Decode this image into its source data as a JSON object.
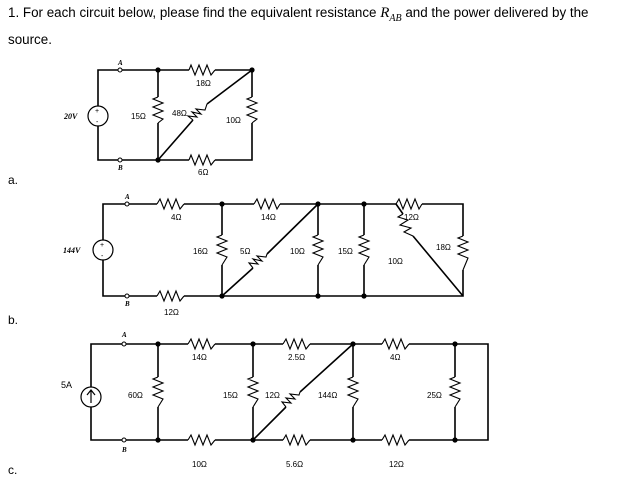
{
  "problem": {
    "number": "1.",
    "text_before": "For each circuit below, please find the equivalent resistance",
    "symbol": "R",
    "symbol_sub": "AB",
    "text_after": "and the power delivered by the source."
  },
  "parts": {
    "a": {
      "label": "a.",
      "source": "20V",
      "node_a": "A",
      "node_b": "B",
      "resistors": {
        "r18": "18Ω",
        "r15": "15Ω",
        "r48": "48Ω",
        "r10": "10Ω",
        "r6": "6Ω"
      }
    },
    "b": {
      "label": "b.",
      "source": "144V",
      "node_a": "A",
      "node_b": "B",
      "resistors": {
        "r4": "4Ω",
        "r14": "14Ω",
        "r12top": "12Ω",
        "r16": "16Ω",
        "r5": "5Ω",
        "r10": "10Ω",
        "r15": "15Ω",
        "r10diag": "10Ω",
        "r18": "18Ω",
        "r12bot": "12Ω"
      }
    },
    "c": {
      "label": "c.",
      "source": "5A",
      "node_a": "A",
      "node_b": "B",
      "resistors": {
        "r14": "14Ω",
        "r25": "2.5Ω",
        "r4": "4Ω",
        "r60": "60Ω",
        "r15": "15Ω",
        "r12": "12Ω",
        "r144": "144Ω",
        "r250": "25Ω",
        "r10": "10Ω",
        "r56": "5.6Ω",
        "r12bot": "12Ω"
      }
    }
  }
}
